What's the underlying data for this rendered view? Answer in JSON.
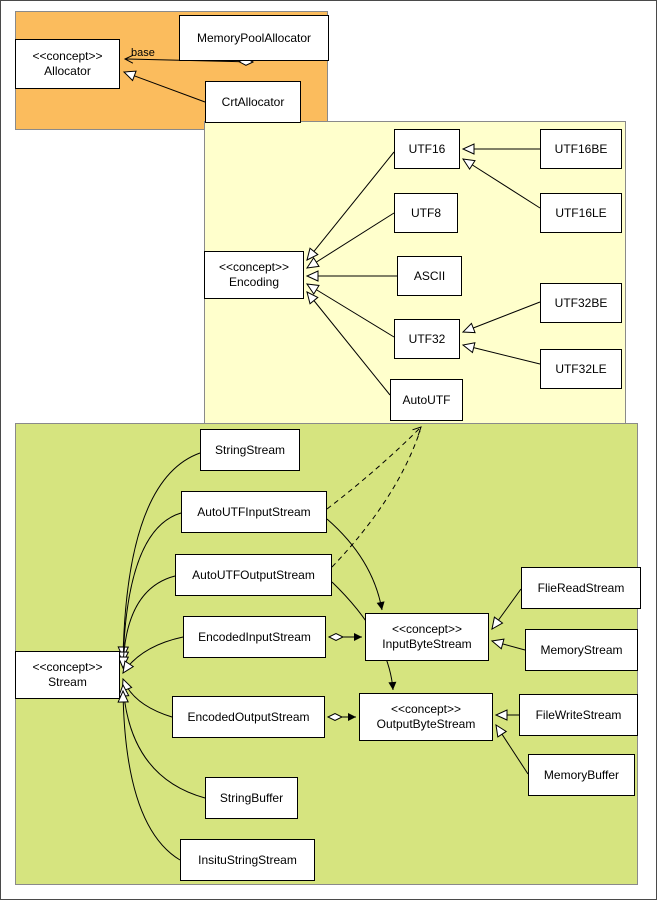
{
  "diagram": {
    "title": "",
    "colors": {
      "allocator_group": "#fbbc5d",
      "encoding_group": "#ffffcc",
      "stream_group": "#d6e47f",
      "node_bg": "#ffffff",
      "line": "#000000"
    },
    "edge_labels": {
      "base": "base"
    },
    "nodes": {
      "allocator": {
        "stereotype": "<<concept>>",
        "label": "Allocator"
      },
      "memory_pool_allocator": {
        "label": "MemoryPoolAllocator"
      },
      "crt_allocator": {
        "label": "CrtAllocator"
      },
      "encoding": {
        "stereotype": "<<concept>>",
        "label": "Encoding"
      },
      "utf16": {
        "label": "UTF16"
      },
      "utf8": {
        "label": "UTF8"
      },
      "ascii": {
        "label": "ASCII"
      },
      "utf32": {
        "label": "UTF32"
      },
      "auto_utf": {
        "label": "AutoUTF"
      },
      "utf16be": {
        "label": "UTF16BE"
      },
      "utf16le": {
        "label": "UTF16LE"
      },
      "utf32be": {
        "label": "UTF32BE"
      },
      "utf32le": {
        "label": "UTF32LE"
      },
      "stream": {
        "stereotype": "<<concept>>",
        "label": "Stream"
      },
      "string_stream": {
        "label": "StringStream"
      },
      "auto_utf_input_stream": {
        "label": "AutoUTFInputStream"
      },
      "auto_utf_output_stream": {
        "label": "AutoUTFOutputStream"
      },
      "encoded_input_stream": {
        "label": "EncodedInputStream"
      },
      "encoded_output_stream": {
        "label": "EncodedOutputStream"
      },
      "input_byte_stream": {
        "stereotype": "<<concept>>",
        "label": "InputByteStream"
      },
      "output_byte_stream": {
        "stereotype": "<<concept>>",
        "label": "OutputByteStream"
      },
      "flie_read_stream": {
        "label": "FlieReadStream"
      },
      "memory_stream": {
        "label": "MemoryStream"
      },
      "file_write_stream": {
        "label": "FileWriteStream"
      },
      "memory_buffer": {
        "label": "MemoryBuffer"
      },
      "string_buffer": {
        "label": "StringBuffer"
      },
      "insitu_string_stream": {
        "label": "InsituStringStream"
      }
    }
  }
}
